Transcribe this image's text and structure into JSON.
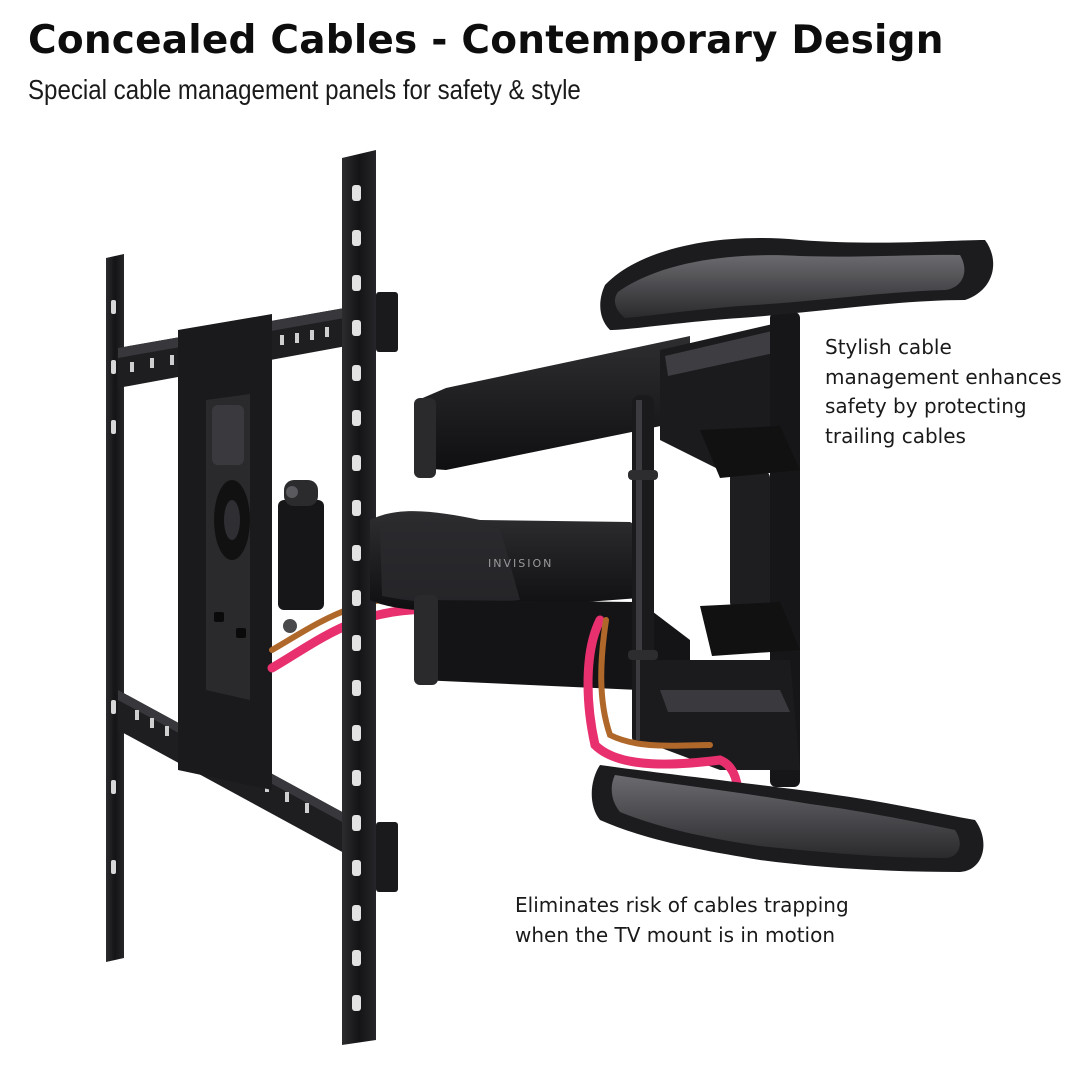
{
  "header": {
    "title": "Concealed Cables - Contemporary Design",
    "subtitle": "Special cable management panels for safety & style"
  },
  "product": {
    "brand_mark": "INVISION",
    "colors": {
      "metal": "#1c1c1e",
      "metal_highlight": "#3a3a3d",
      "pad": "#4a4a4d",
      "cable_pink": "#e8306e",
      "cable_bronze": "#b0682a"
    }
  },
  "callouts": {
    "right": {
      "lines": [
        "Stylish cable",
        "management enhances",
        "safety by protecting",
        "trailing cables"
      ]
    },
    "bottom": {
      "lines": [
        "Eliminates risk of cables trapping",
        "when the TV mount is in motion"
      ]
    }
  }
}
